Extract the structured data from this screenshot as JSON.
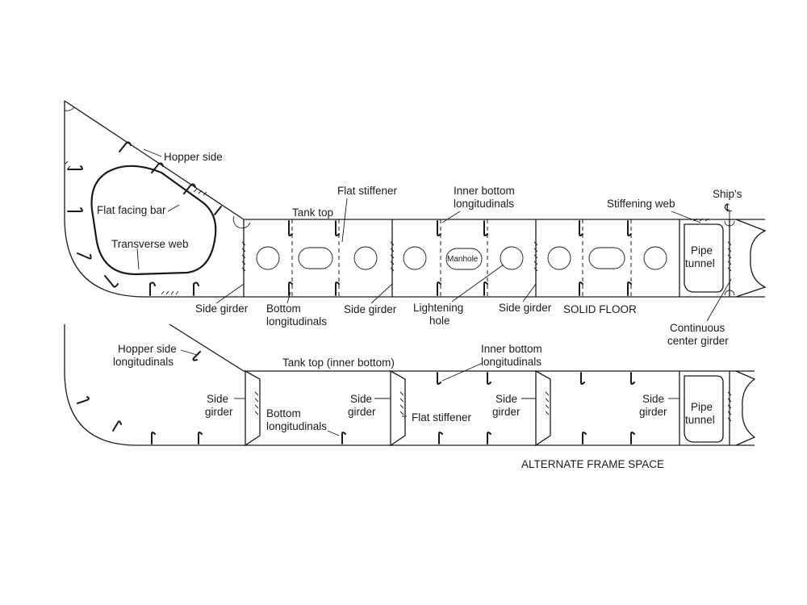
{
  "solid_floor": {
    "title": "SOLID FLOOR",
    "labels": {
      "hopper_side": "Hopper side",
      "flat_facing_bar": "Flat facing bar",
      "transverse_web": "Transverse web",
      "flat_stiffener": "Flat stiffener",
      "tank_top": "Tank top",
      "inner_bottom_longitudinals": [
        "Inner bottom",
        "longitudinals"
      ],
      "stiffening_web": "Stiffening web",
      "ships_cl": [
        "Ship's",
        "℄"
      ],
      "manhole": "Manhole",
      "pipe_tunnel": [
        "Pipe",
        "tunnel"
      ],
      "side_girder": "Side girder",
      "bottom_longitudinals": [
        "Bottom",
        "longitudinals"
      ],
      "lightening_hole": [
        "Lightening",
        "hole"
      ],
      "continuous_center_girder": [
        "Continuous",
        "center girder"
      ]
    }
  },
  "alternate_frame": {
    "title": "ALTERNATE FRAME SPACE",
    "labels": {
      "hopper_side_longitudinals": [
        "Hopper side",
        "longitudinals"
      ],
      "tank_top_inner_bottom": "Tank top (inner bottom)",
      "inner_bottom_longitudinals": [
        "Inner bottom",
        "longitudinals"
      ],
      "side_girder": [
        "Side",
        "girder"
      ],
      "bottom_longitudinals": [
        "Bottom",
        "longitudinals"
      ],
      "flat_stiffener": "Flat stiffener",
      "pipe_tunnel": [
        "Pipe",
        "tunnel"
      ]
    }
  }
}
